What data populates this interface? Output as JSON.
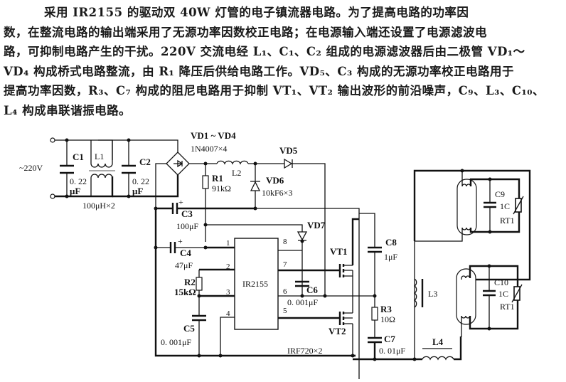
{
  "description": {
    "lines": [
      "采用 IR2155 的驱动双 40W 灯管的电子镇流器电路。为了提高电路的功率因",
      "数，在整流电路的输出端采用了无源功率因数校正电路；在电源输入端还设置了电源滤波电",
      "路，可抑制电路产生的干扰。220V 交流电经 L₁、C₁、C₂ 组成的电源滤波器后由二极管 VD₁～",
      "VD₄ 构成桥式电路整流，由 R₁ 降压后供给电路工作。VD₅、C₃ 构成的无源功率校正电路用于",
      "提高功率因数，R₃、C₇ 构成的阻尼电路用于抑制 VT₁、VT₂ 输出波形的前沿噪声，C₉、L₃、C₁₀、",
      "L₄ 构成串联谐振电路。"
    ]
  },
  "schematic": {
    "input": {
      "voltage": "~220V"
    },
    "c1": {
      "ref": "C1",
      "value1": "0. 22",
      "value2": "μF"
    },
    "l1": {
      "ref": "L1",
      "value": "100μH×2"
    },
    "c2": {
      "ref": "C2",
      "value1": "0. 22",
      "value2": "μF"
    },
    "bridge": {
      "ref": "VD1 ~ VD4",
      "part": "1N4007×4"
    },
    "r1": {
      "ref": "R1",
      "value": "91kΩ"
    },
    "l2": {
      "ref": "L2"
    },
    "vd5": {
      "ref": "VD5"
    },
    "vd6": {
      "ref": "VD6",
      "part": "10kF6×3"
    },
    "c3": {
      "ref": "C3",
      "value": "100μF",
      "polarity": "+"
    },
    "c4": {
      "ref": "C4",
      "value": "47μF",
      "polarity": "+"
    },
    "vd7": {
      "ref": "VD7"
    },
    "ic": {
      "ref": "IR2155",
      "pins": [
        "1",
        "2",
        "3",
        "4",
        "5",
        "6",
        "7",
        "8"
      ]
    },
    "r2": {
      "ref": "R2",
      "value": "15kΩ"
    },
    "c5": {
      "ref": "C5",
      "value": "0. 001μF"
    },
    "c6": {
      "ref": "C6",
      "value": "0. 001μF"
    },
    "vt1": {
      "ref": "VT1"
    },
    "vt2": {
      "ref": "VT2"
    },
    "mosfet_part": "IRF720×2",
    "c8": {
      "ref": "C8",
      "value": "1μF"
    },
    "r3": {
      "ref": "R3",
      "value": "10Ω"
    },
    "c7": {
      "ref": "C7",
      "value": "0. 01μF"
    },
    "l3": {
      "ref": "L3"
    },
    "l4": {
      "ref": "L4"
    },
    "c9": {
      "ref": "C9",
      "value": "1C"
    },
    "rt1a": {
      "ref": "RT1"
    },
    "c10": {
      "ref": "C10",
      "value": "1C"
    },
    "rt1b": {
      "ref": "RT1"
    }
  }
}
